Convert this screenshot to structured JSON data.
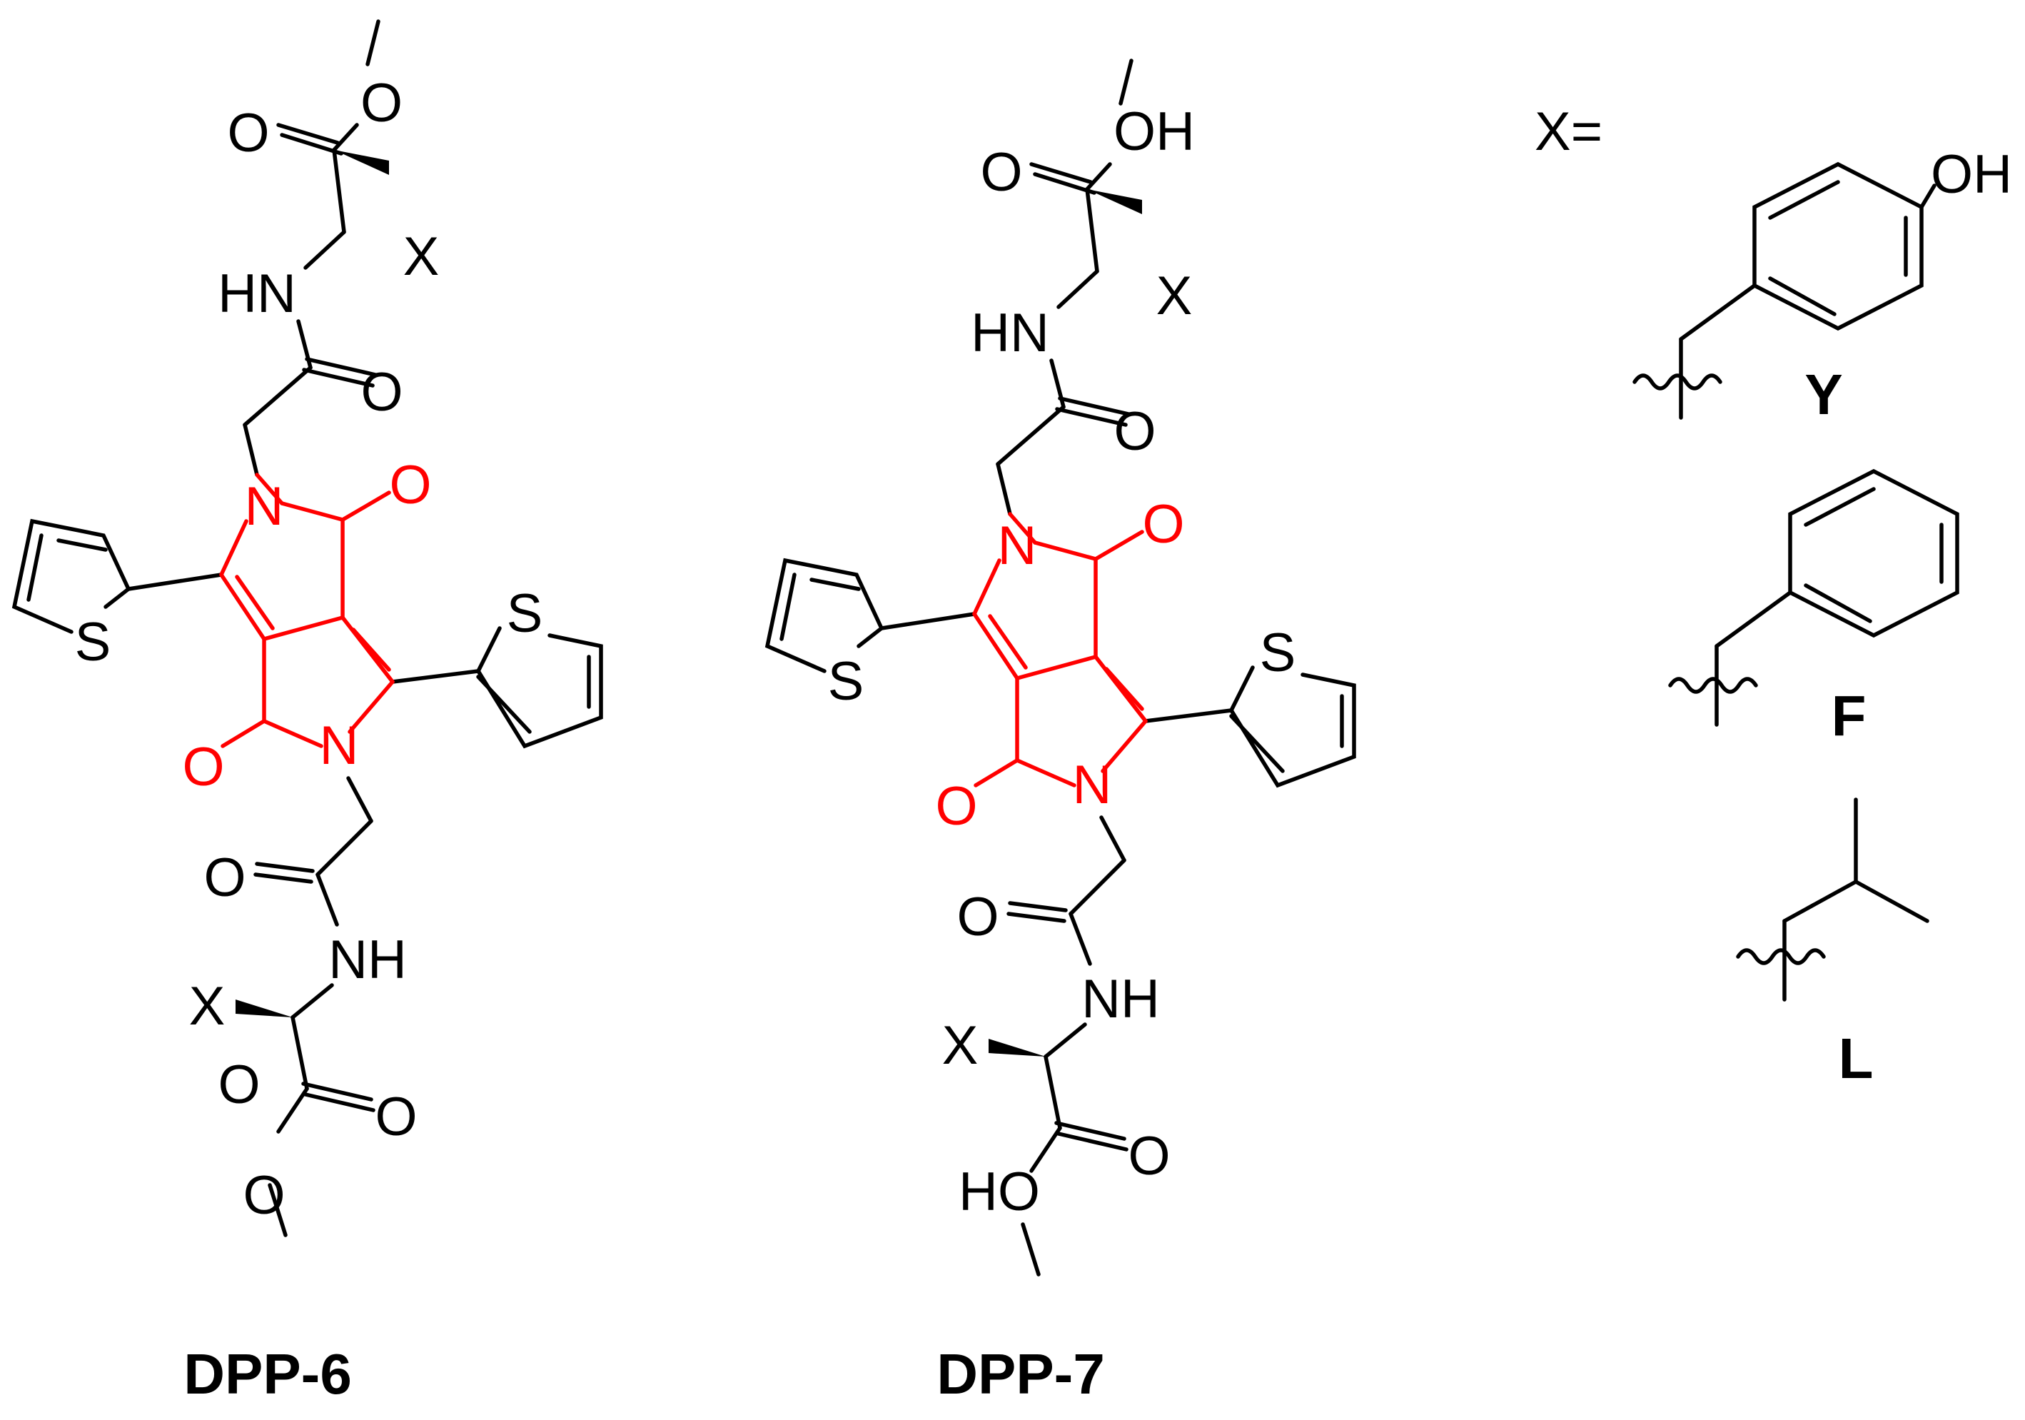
{
  "compounds": [
    {
      "id": "dpp6",
      "label": "DPP-6",
      "terminal_top": "O",
      "terminal_bottom": "O"
    },
    {
      "id": "dpp7",
      "label": "DPP-7",
      "terminal_top": "OH",
      "terminal_bottom": "HO"
    }
  ],
  "atoms": {
    "O": "O",
    "N": "N",
    "S": "S",
    "HN": "HN",
    "NH": "NH",
    "X": "X"
  },
  "colors": {
    "bond": "#000000",
    "core": "#ff0000"
  },
  "legend": {
    "prefix": "X=",
    "residues": [
      "Y",
      "F",
      "L"
    ],
    "hydroxyl": "OH"
  }
}
